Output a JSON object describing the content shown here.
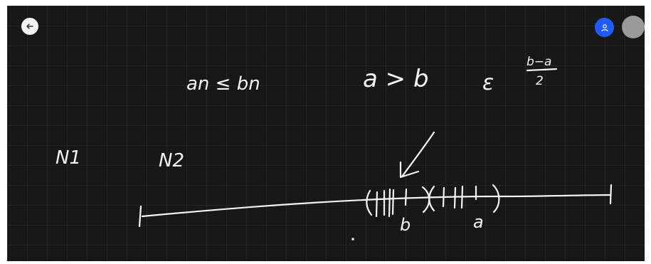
{
  "colors": {
    "background": "#171717",
    "ink": "#f4f4f4",
    "avatar_accent": "#1f5cff",
    "avatar_secondary": "#9a9a9a"
  },
  "toolbar": {
    "back_icon": "arrow-left-icon",
    "user_icon": "user-icon"
  },
  "handwriting": {
    "inequality": "an ≤ bn",
    "comparison": "a > b",
    "epsilon": "ε",
    "fraction_numerator": "b−a",
    "fraction_denominator": "2",
    "n1": "N1",
    "n2": "N2",
    "point_b": "b",
    "point_a": "a"
  }
}
